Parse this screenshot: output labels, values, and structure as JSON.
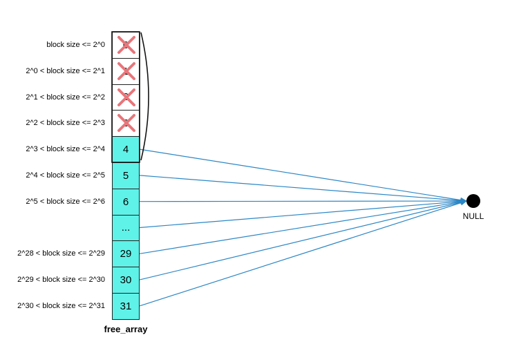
{
  "array_caption": "free_array",
  "null_label": "NULL",
  "colors": {
    "used_cell": "#5ff2e8",
    "unused_cell": "#ffffff",
    "arrow": "#2b86c5",
    "cross": "#e8757a"
  },
  "icons": {
    "removed_marker": "cross-icon",
    "null_terminator": "filled-circle-icon"
  },
  "rows": [
    {
      "label": "block size <= 2^0",
      "index": "0",
      "state": "unused"
    },
    {
      "label": "2^0 < block size <= 2^1",
      "index": "1",
      "state": "unused"
    },
    {
      "label": "2^1 < block size <= 2^2",
      "index": "2",
      "state": "unused"
    },
    {
      "label": "2^2 < block size <= 2^3",
      "index": "3",
      "state": "unused"
    },
    {
      "label": "2^3 < block size <= 2^4",
      "index": "4",
      "state": "used"
    },
    {
      "label": "2^4 < block size <= 2^5",
      "index": "5",
      "state": "used"
    },
    {
      "label": "2^5 < block size <= 2^6",
      "index": "6",
      "state": "used"
    },
    {
      "label": "",
      "index": "...",
      "state": "used"
    },
    {
      "label": "2^28 < block size <= 2^29",
      "index": "29",
      "state": "used"
    },
    {
      "label": "2^29 < block size <= 2^30",
      "index": "30",
      "state": "used"
    },
    {
      "label": "2^30 < block size <= 2^31",
      "index": "31",
      "state": "used"
    }
  ]
}
